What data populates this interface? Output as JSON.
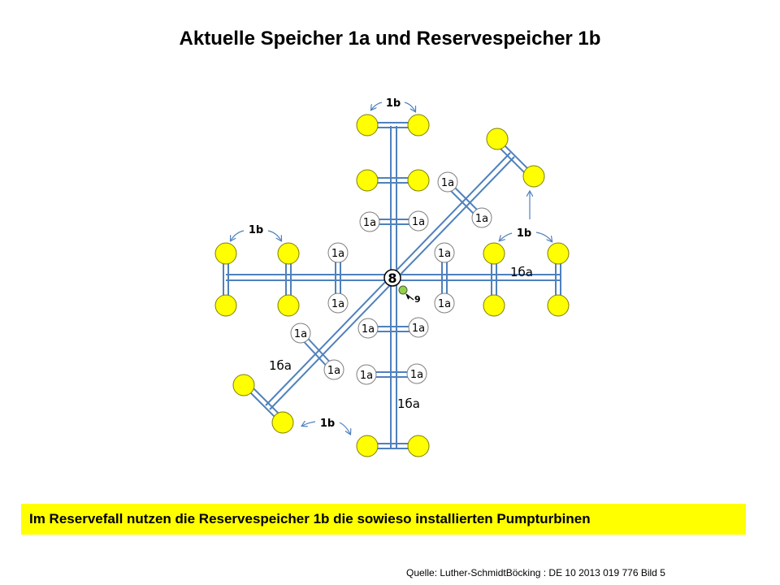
{
  "title": "Aktuelle Speicher 1a und Reservespeicher 1b",
  "note": "Im Reservefall nutzen die Reservespeicher 1b die sowieso installierten Pumpturbinen",
  "source": "Quelle: Luther-SchmidtBöcking : DE 10 2013 019 776 Bild 5",
  "labels": {
    "storage_1a": "1a",
    "reserve_1b": "1b",
    "pipe_1ba": "1бa",
    "center_node": "8",
    "pointer_node": "9"
  },
  "colors": {
    "pipe": "#4f81bd",
    "reserve_fill": "#ffff00",
    "reserve_stroke": "#7f7f00",
    "note_bg": "#ffff00",
    "pointer_node": "#92d050"
  }
}
